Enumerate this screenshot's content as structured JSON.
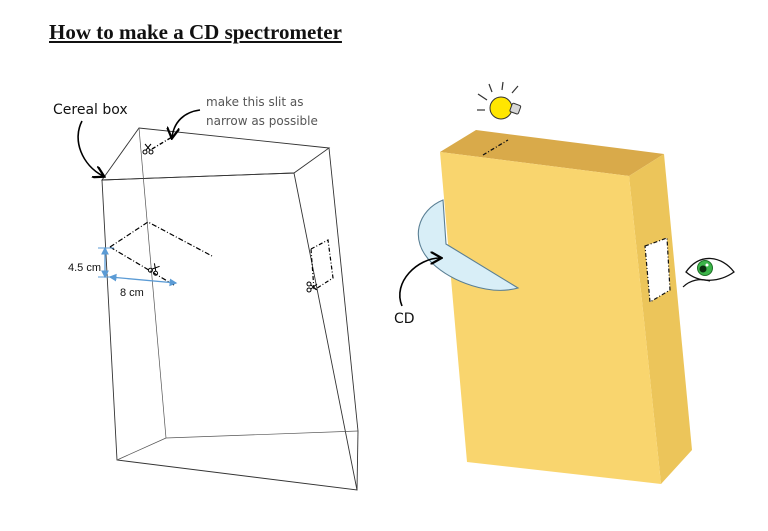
{
  "title": "How to make a CD spectrometer",
  "labels": {
    "cereal_box": "Cereal box",
    "slit_note_line1": "make this slit as",
    "slit_note_line2": "narrow as possible",
    "height_dim": "4.5 cm",
    "width_dim": "8 cm",
    "cd": "CD"
  },
  "colors": {
    "box_front": "#f9d56e",
    "box_top": "#d9aa4a",
    "box_side": "#ecc55a",
    "dimension": "#5b9bd5",
    "cd": "#d8eef7",
    "eye_iris": "#3cb54a",
    "bulb": "#ffe600"
  }
}
